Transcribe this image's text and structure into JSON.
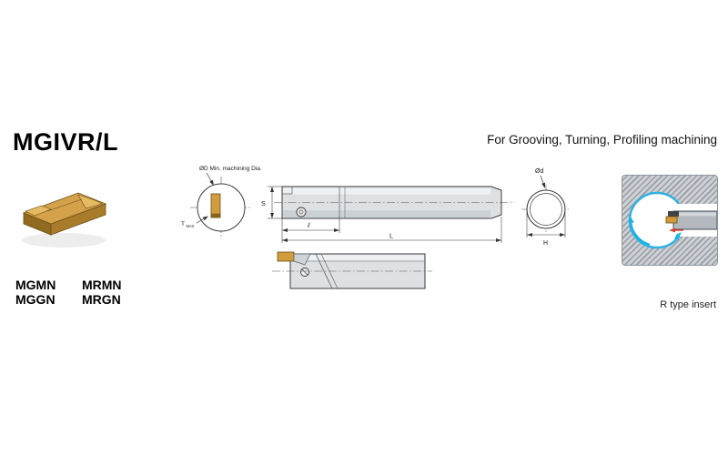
{
  "header": {
    "title": "MGIVR/L",
    "tagline": "For Grooving, Turning, Profiling machining"
  },
  "grades": {
    "rows": [
      [
        "MGMN",
        "MRMN"
      ],
      [
        "MGGN",
        "MRGN"
      ]
    ]
  },
  "drawing_labels": {
    "min_dia": "ØD Min. machining Dia.",
    "t": "T",
    "t_sub": "MAX",
    "s": "S",
    "l_small": "ℓ",
    "l_big": "L",
    "od": "Ød",
    "h": "H"
  },
  "application": {
    "caption": "R type insert"
  },
  "colors": {
    "insert_gold": "#d09c3e",
    "steel_body": "#dde1e4",
    "bore_blue": "#2fb1e3",
    "arrow_cyan": "#17b5e6",
    "arrow_red": "#e03a2f",
    "line": "#3c3c3c"
  }
}
